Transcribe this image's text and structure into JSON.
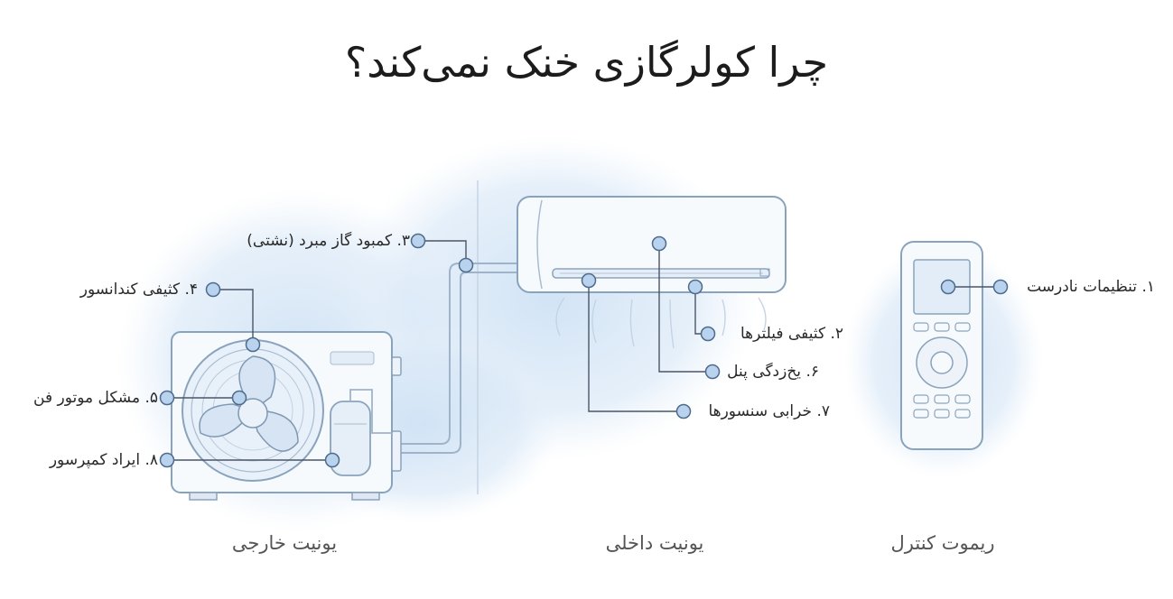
{
  "title": "چرا کولرگازی خنک نمی‌کند؟",
  "sections": {
    "outdoor": "یونیت خارجی",
    "indoor": "یونیت داخلی",
    "remote": "ریموت کنترل"
  },
  "labels": {
    "settings": "۱. تنظیمات نادرست",
    "filters": "۲. کثیفی فیلترها",
    "gas": "۳. کمبود گاز مبرد (نشتی)",
    "condenser": "۴. کثیفی کندانسور",
    "fan_motor": "۵. مشکل موتور فن",
    "panel_freeze": "۶. یخ‌زدگی پنل",
    "sensors": "۷. خرابی سنسورها",
    "compressor": "۸. ایراد کمپرسور"
  },
  "colors": {
    "line": "#4a5568",
    "marker_fill": "#b9d3ef",
    "marker_stroke": "#4e6b8c",
    "blob": "#d8e8f7",
    "unit_fill": "#f7fafd",
    "unit_stroke": "#8aa3bd"
  }
}
